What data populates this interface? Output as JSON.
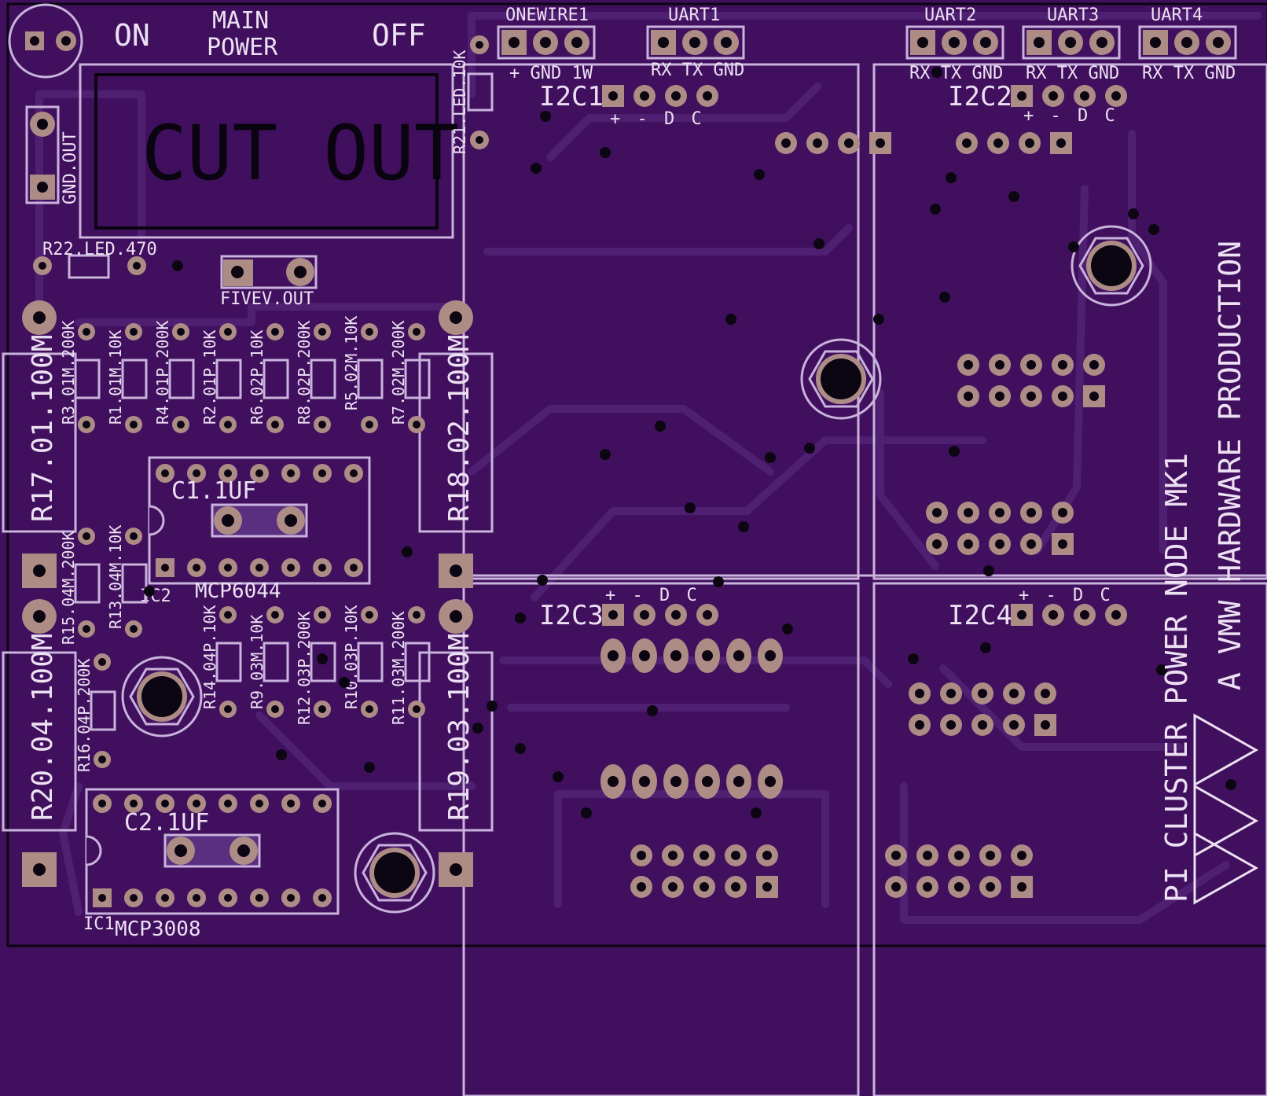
{
  "board": {
    "bg": "#40105e",
    "silk": "#ece0f2",
    "copper": "#ad8c86",
    "switch_labels": {
      "on": "ON",
      "main_1": "MAIN",
      "main_2": "POWER",
      "off": "OFF"
    },
    "cutout": "CUT OUT",
    "gnd_out": "GND.OUT",
    "fivev_out": "FIVEV.OUT",
    "r22": "R22.LED.470",
    "r21": "R21.LED.10K",
    "onewire": {
      "name": "ONEWIRE1",
      "pins": "+ GND 1W"
    },
    "uarts": [
      {
        "name": "UART1",
        "pins": "RX TX GND"
      },
      {
        "name": "UART2",
        "pins": "RX TX GND"
      },
      {
        "name": "UART3",
        "pins": "RX TX GND"
      },
      {
        "name": "UART4",
        "pins": "RX TX GND"
      }
    ],
    "i2c": [
      {
        "name": "I2C1",
        "pins": "+ - D C"
      },
      {
        "name": "I2C2",
        "pins": "+ - D C"
      },
      {
        "name": "I2C3",
        "pins": "+ - D C"
      },
      {
        "name": "I2C4",
        "pins": "+ - D C"
      }
    ],
    "resistors_top": [
      "R3.01M.200K",
      "R1.01M.10K",
      "R4.01P.200K",
      "R2.01P.10K",
      "R6.02P.10K",
      "R8.02P.200K",
      "R5.02M.10K",
      "R7.02M.200K"
    ],
    "resistors_mid": [
      "R15.04M.200K",
      "R13.04M.10K"
    ],
    "resistors_bot": [
      "R14.04P.10K",
      "R9.03M.10K",
      "R12.03P.200K",
      "R10.03P.10K",
      "R11.03M.200K"
    ],
    "r16": "R16.04P.200K",
    "big_res": [
      "R17.01.100M",
      "R18.02.100M",
      "R20.04.100M",
      "R19.03.100M"
    ],
    "c1": "C1.1UF",
    "c2": "C2.1UF",
    "ic2_label": "IC2",
    "ic2_part": "MCP6044",
    "ic1_label": "IC1",
    "ic1_part": "MCP3008",
    "title_1": "PI CLUSTER POWER NODE MK1",
    "title_2": "A VMW HARDWARE PRODUCTION"
  }
}
